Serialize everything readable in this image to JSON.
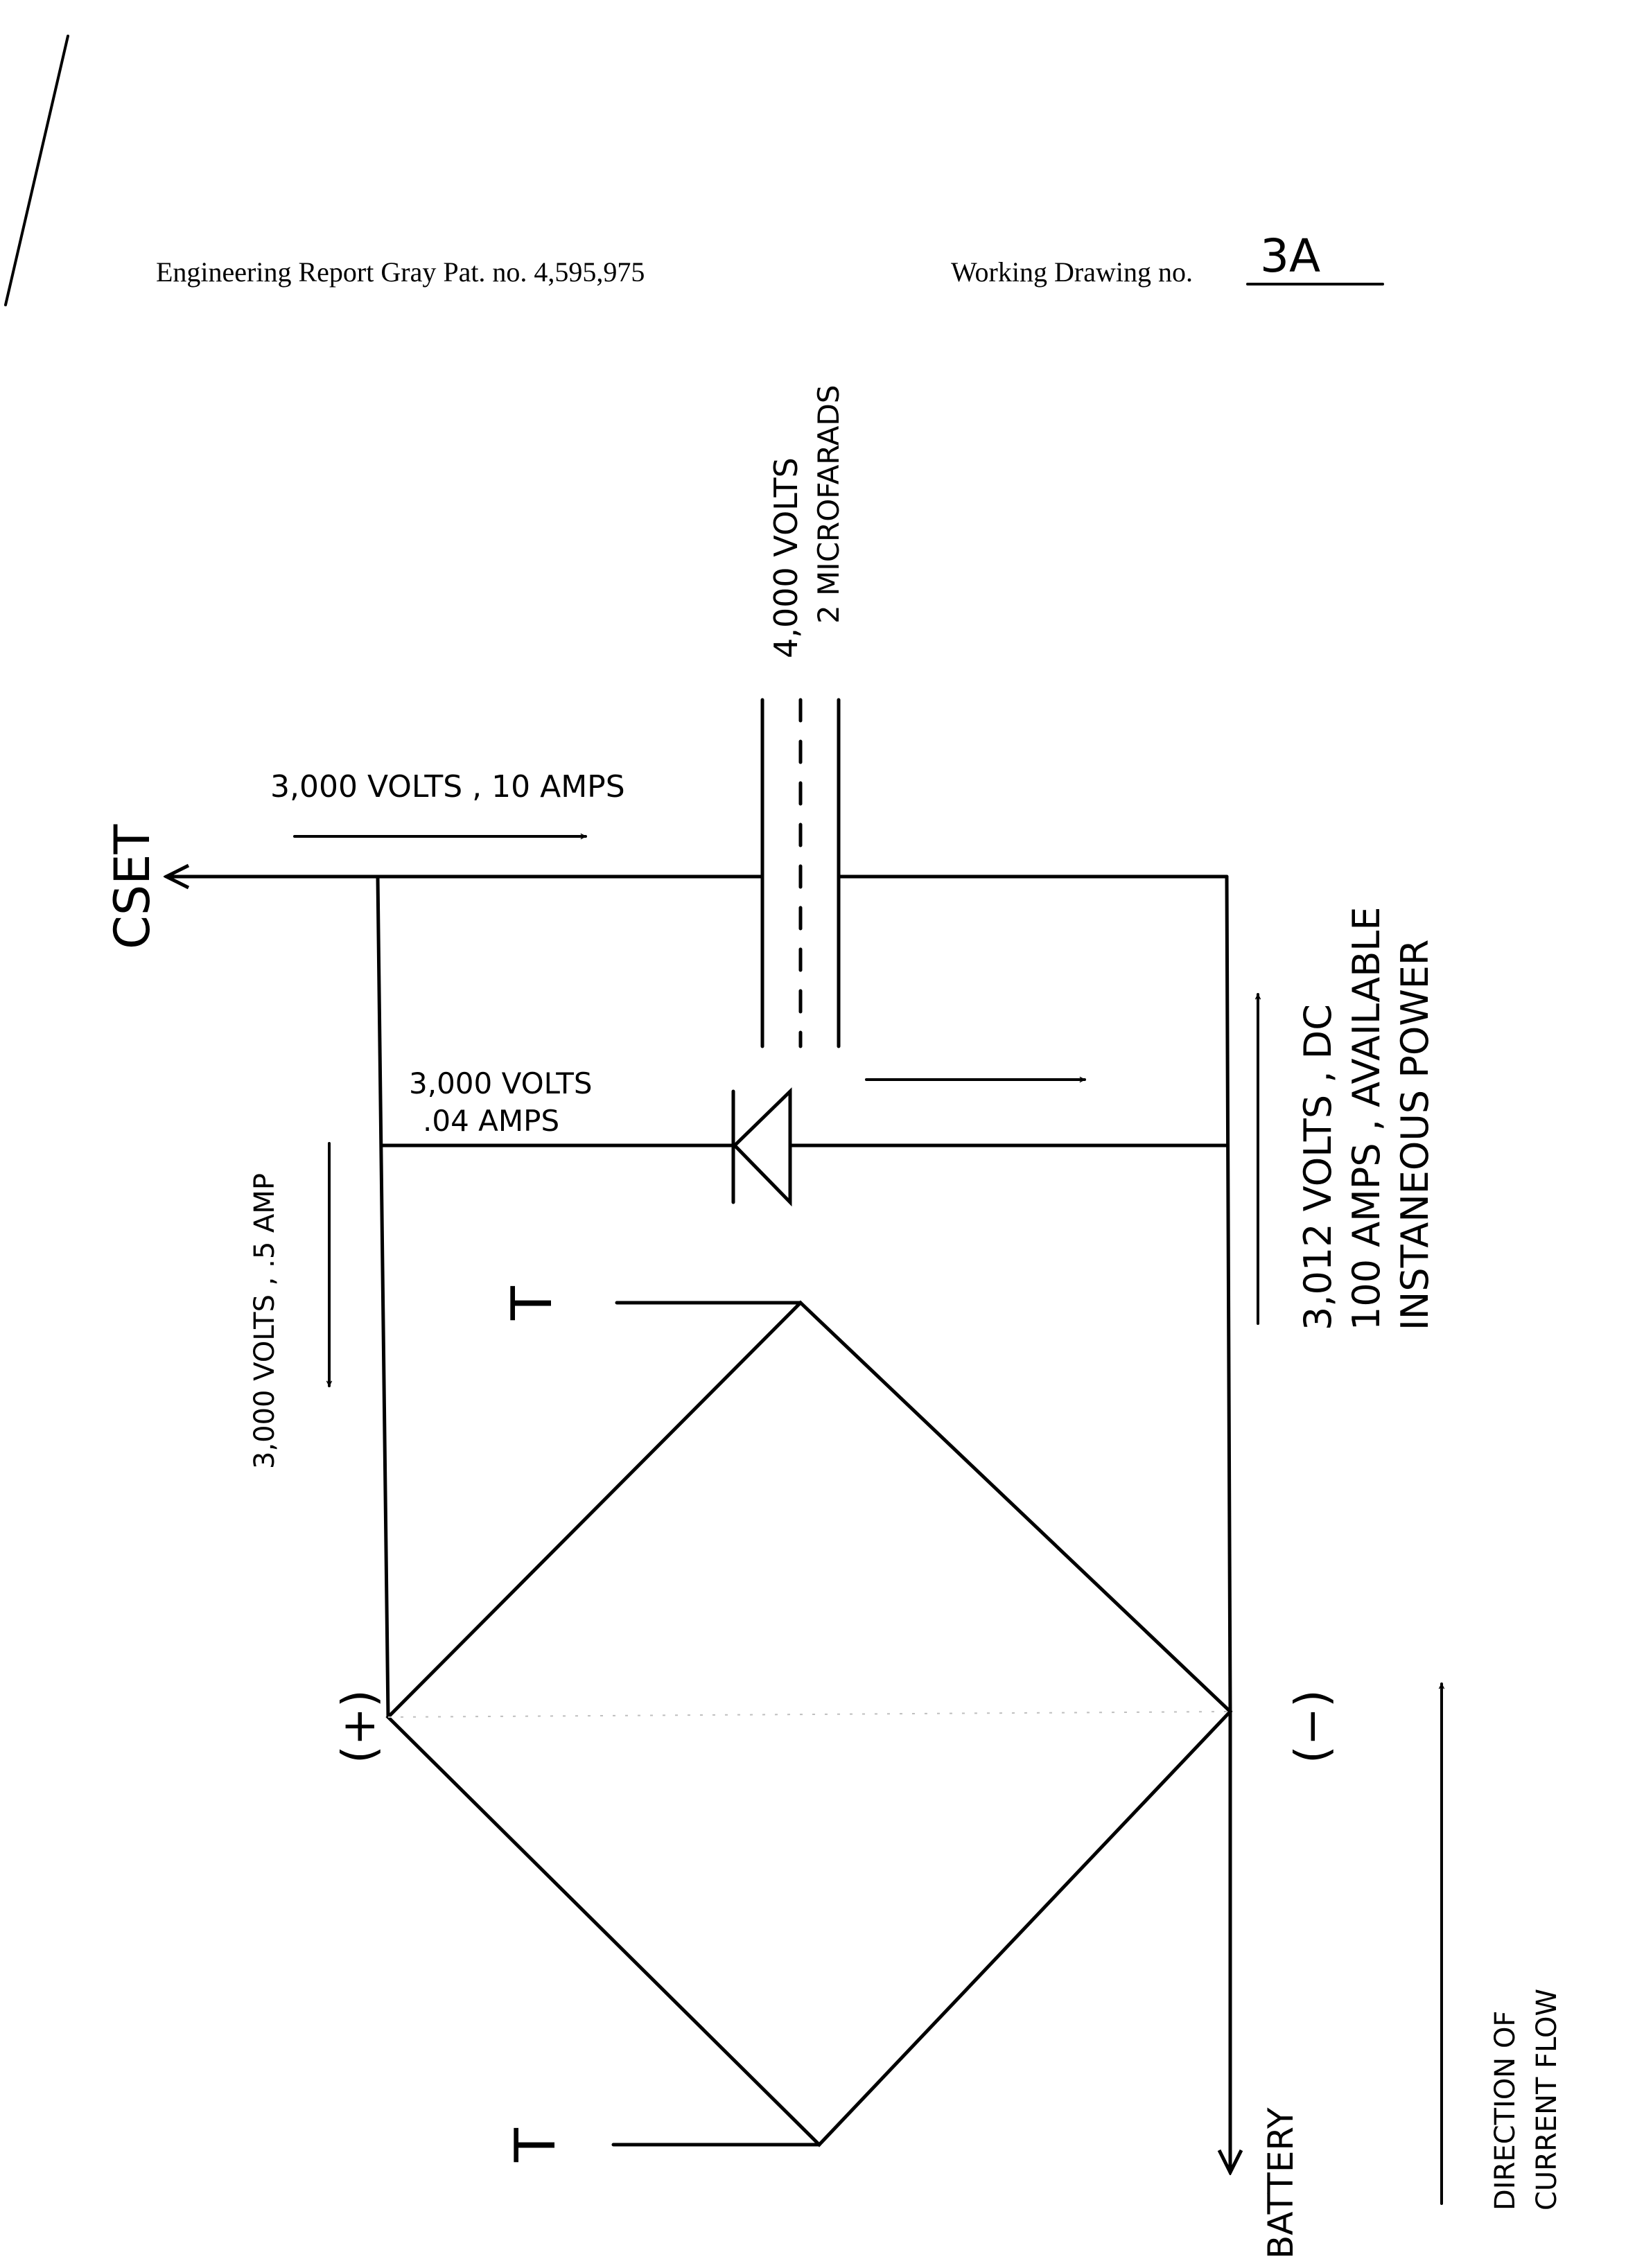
{
  "header": {
    "report_title": "Engineering Report Gray Pat. no. 4,595,975",
    "drawing_label": "Working Drawing no.",
    "drawing_number": "3A"
  },
  "labels": {
    "capacitor_voltage": "4,000 VOLTS",
    "capacitor_capacitance": "2 MICROFARADS",
    "top_current": "3,000 VOLTS , 10 AMPS",
    "cset": "CSET",
    "left_current": "3,000 VOLTS , .5 AMP",
    "diode_voltage": "3,000 VOLTS",
    "diode_current": ".04 AMPS",
    "output_line1": "3,012 VOLTS , DC",
    "output_line2": "100 AMPS , AVAILABLE",
    "output_line3": "INSTANEOUS POWER",
    "plus_terminal": "(+)",
    "minus_terminal": "(−)",
    "terminal_top": "T",
    "terminal_bottom": "T",
    "battery": "BATTERY",
    "legend_line1": "DIRECTION OF",
    "legend_line2": "CURRENT FLOW"
  }
}
